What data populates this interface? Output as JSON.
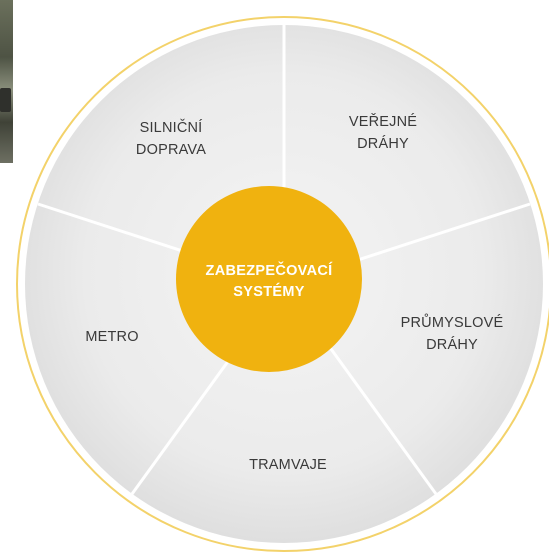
{
  "diagram": {
    "center": {
      "label": "ZABEZPEČOVACÍ\nSYSTÉMY",
      "color": "#f0b20f"
    },
    "ring_color": "#f3d26a",
    "segment_fill_light": "#f3f3f3",
    "segment_fill_dark": "#e1e1e1",
    "divider_color": "#ffffff",
    "segments": [
      {
        "label": "SILNIČNÍ\nDOPRAVA"
      },
      {
        "label": "VEŘEJNÉ\nDRÁHY"
      },
      {
        "label": "PRŮMYSLOVÉ\nDRÁHY"
      },
      {
        "label": "TRAMVAJE"
      },
      {
        "label": "METRO"
      }
    ]
  }
}
